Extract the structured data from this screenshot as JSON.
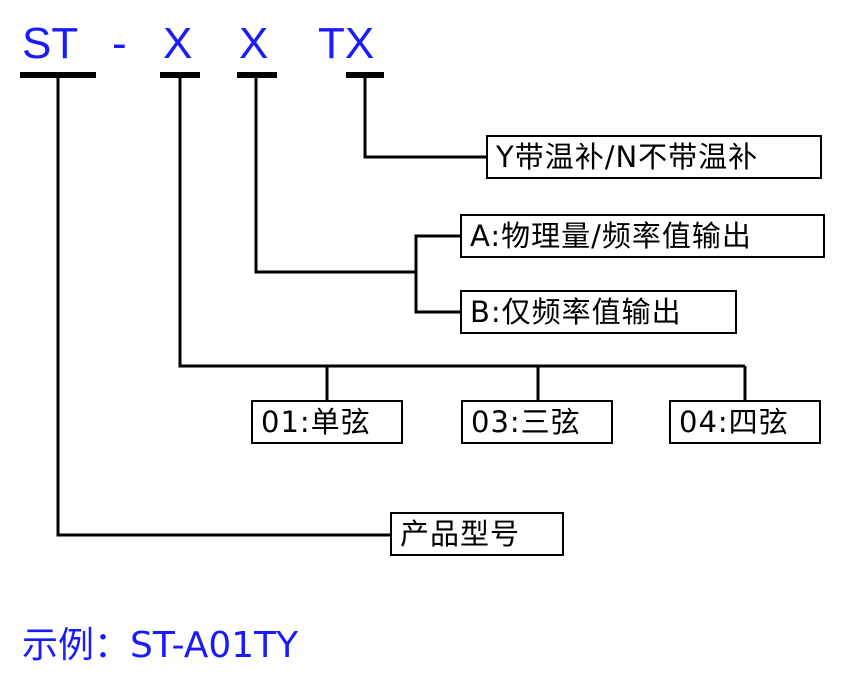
{
  "code": {
    "prefix": "ST",
    "dash": "-",
    "var1": "X",
    "var2": "X",
    "suffix": "TX"
  },
  "boxes": {
    "temp_comp": "Y带温补/N不带温补",
    "output_a": "A:物理量/频率值输出",
    "output_b": "B:仅频率值输出",
    "string_01": "01:单弦",
    "string_03": "03:三弦",
    "string_04": "04:四弦",
    "product_model": "产品型号"
  },
  "example": "示例：ST-A01TY",
  "colors": {
    "code_text": "#1a1aff",
    "lines": "#000000"
  }
}
